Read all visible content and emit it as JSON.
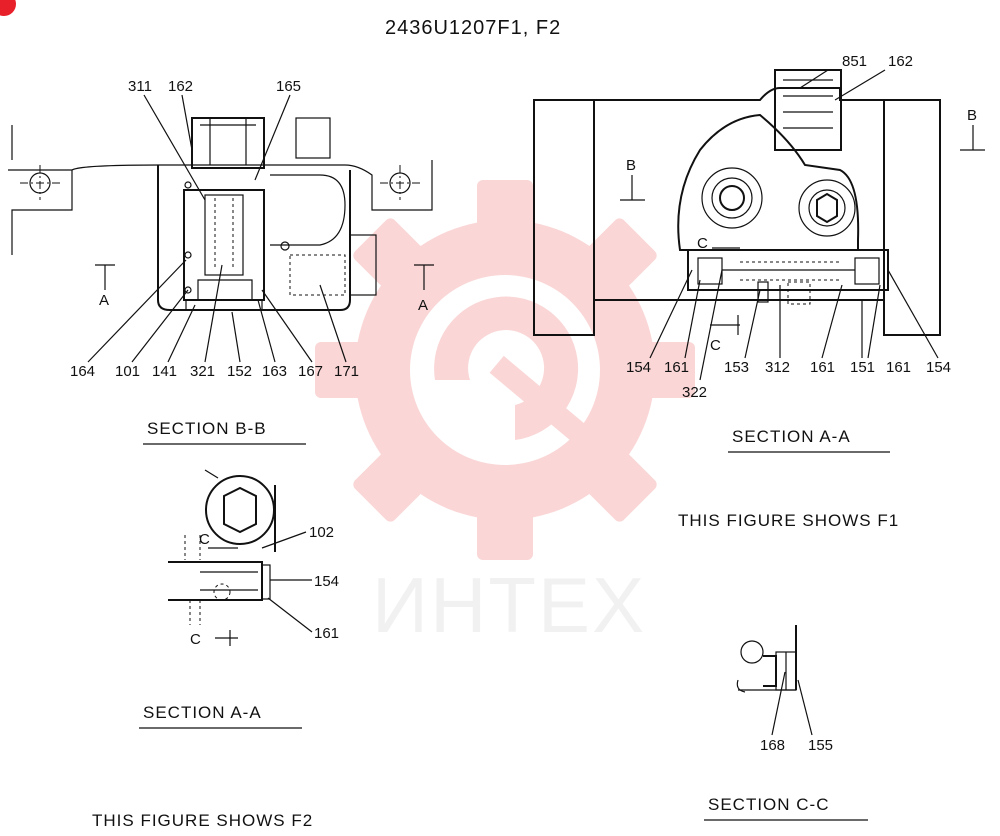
{
  "title": "2436U1207F1, F2",
  "watermark": {
    "text": "ИНТЕХ",
    "color": "#f07070"
  },
  "sections": {
    "bb": {
      "caption": "SECTION B-B",
      "labels": [
        "311",
        "162",
        "165",
        "164",
        "101",
        "141",
        "321",
        "152",
        "163",
        "167",
        "171"
      ],
      "arrow_label": "A"
    },
    "aa_f1": {
      "caption": "SECTION A-A",
      "labels": [
        "851",
        "162",
        "154",
        "161",
        "322",
        "153",
        "312",
        "161",
        "151",
        "161",
        "154"
      ],
      "arrow_label": "B",
      "cut_label": "C"
    },
    "aa_f2": {
      "caption": "SECTION A-A",
      "labels": [
        "102",
        "154",
        "161"
      ],
      "cut_label": "C"
    },
    "cc": {
      "caption": "SECTION C-C",
      "labels": [
        "168",
        "155"
      ]
    }
  },
  "notes": {
    "f1": "THIS FIGURE SHOWS  F1",
    "f2": "THIS FIGURE SHOWS  F2"
  },
  "badge": {
    "color": "#e8202a"
  }
}
